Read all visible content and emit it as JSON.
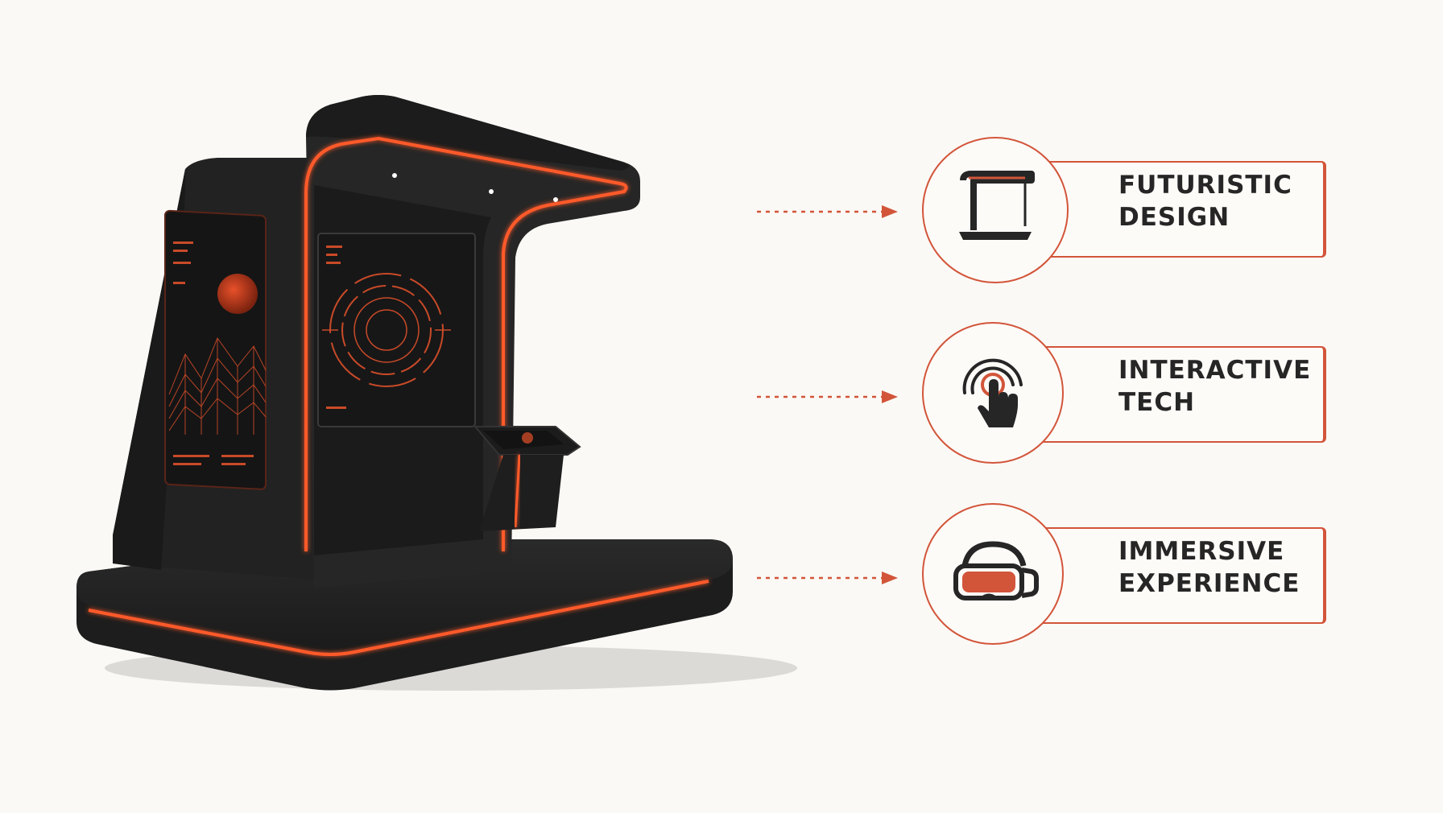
{
  "colors": {
    "accent": "#d2553a",
    "kiosk_body": "#242424",
    "kiosk_dark": "#161616",
    "glow": "#ff5a2c",
    "text": "#262626",
    "background": "#fbf9f5"
  },
  "features": [
    {
      "line1": "FUTURISTIC",
      "line2": "DESIGN",
      "icon": "booth-icon"
    },
    {
      "line1": "INTERACTIVE",
      "line2": "TECH",
      "icon": "touch-tap-icon"
    },
    {
      "line1": "IMMERSIVE",
      "line2": "EXPERIENCE",
      "icon": "vr-headset-icon"
    }
  ]
}
